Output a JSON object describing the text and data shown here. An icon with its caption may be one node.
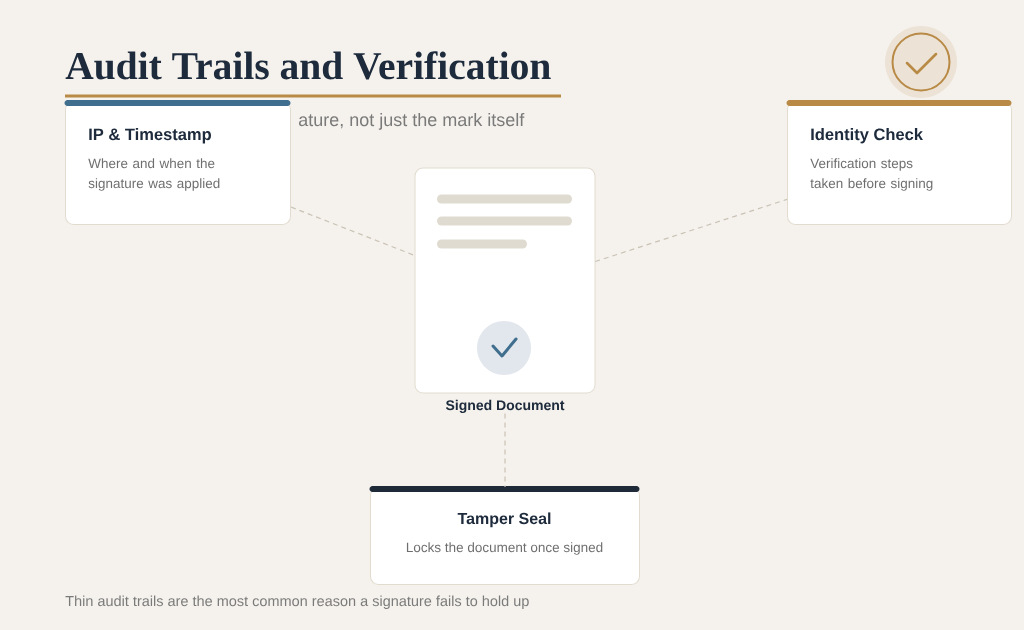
{
  "diagram": {
    "title": "Audit Trails and Verification",
    "nodes": [
      {
        "text": [
          "IP & Timestamp",
          "Where and when the signature was applied"
        ]
      },
      {
        "text": [
          "Identity Check",
          "Verification steps taken before signing"
        ]
      },
      {
        "text": [
          "Signed Document"
        ]
      },
      {
        "text": [
          "Tamper Seal",
          "Locks the document once signed"
        ]
      }
    ],
    "edges": [
      {
        "from": 0,
        "to": 2,
        "arrow": "none",
        "style": "dashed"
      },
      {
        "from": 2,
        "to": 1,
        "arrow": "none",
        "style": "dashed"
      },
      {
        "from": 2,
        "to": 3,
        "arrow": "none",
        "style": "dashed"
      }
    ],
    "labels": [
      "ature, not just the mark itself"
    ],
    "caption": "Thin audit trails are the most common reason a signature fails to hold up"
  }
}
